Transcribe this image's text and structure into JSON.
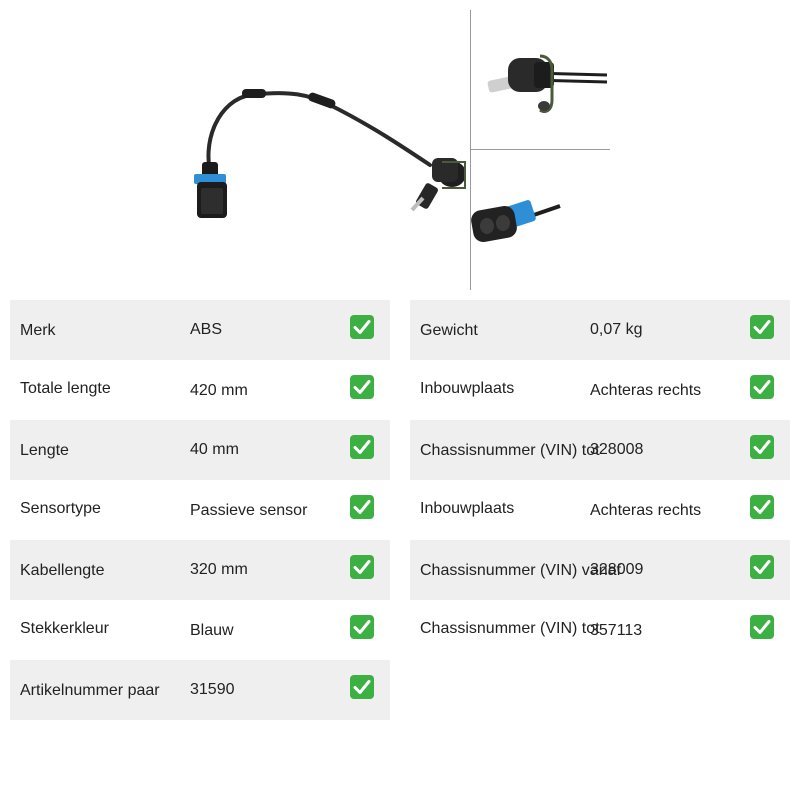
{
  "product": {
    "icons": [
      "abs-sensor-photo",
      "sensor-head-detail",
      "connector-detail"
    ]
  },
  "colors": {
    "row_shade": "#efefef",
    "check_green": "#3cb043",
    "connector_blue": "#2f8fd6"
  },
  "specs_left": [
    {
      "label": "Merk",
      "value": "ABS",
      "shaded": true
    },
    {
      "label": "Totale lengte",
      "value": "420 mm",
      "shaded": false
    },
    {
      "label": "Lengte",
      "value": "40 mm",
      "shaded": true
    },
    {
      "label": "Sensortype",
      "value": "Passieve sensor",
      "shaded": false
    },
    {
      "label": "Kabellengte",
      "value": "320 mm",
      "shaded": true
    },
    {
      "label": "Stekkerkleur",
      "value": "Blauw",
      "shaded": false
    },
    {
      "label": "Artikelnummer paar",
      "value": "31590",
      "shaded": true
    }
  ],
  "specs_right": [
    {
      "label": "Gewicht",
      "value": "0,07 kg",
      "shaded": true
    },
    {
      "label": "Inbouwplaats",
      "value": "Achteras rechts",
      "shaded": false
    },
    {
      "label": "Chassisnummer (VIN) tot",
      "value": "328008",
      "shaded": true
    },
    {
      "label": "Inbouwplaats",
      "value": "Achteras rechts",
      "shaded": false
    },
    {
      "label": "Chassisnummer (VIN) vanaf",
      "value": "328009",
      "shaded": true
    },
    {
      "label": "Chassisnummer (VIN) tot",
      "value": "357113",
      "shaded": false
    }
  ]
}
